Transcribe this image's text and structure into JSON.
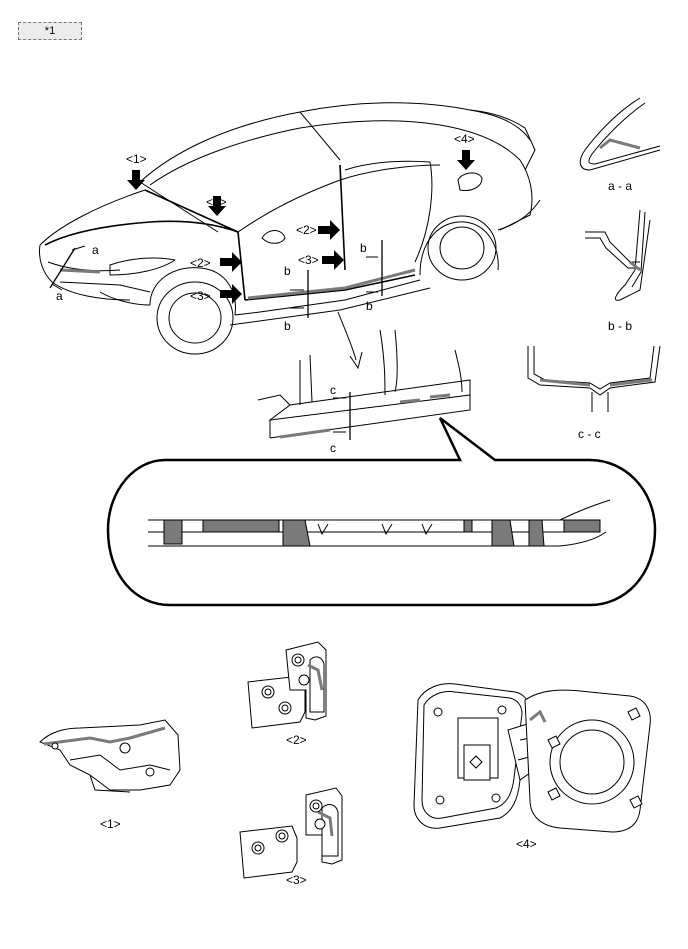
{
  "tag_label": "*1",
  "labels": {
    "p1": "<1>",
    "p2": "<2>",
    "p3": "<3>",
    "p4": "<4>",
    "a": "a",
    "b": "b",
    "c": "c",
    "section_aa": "a - a",
    "section_bb": "b - b",
    "section_cc": "c - c"
  },
  "colors": {
    "line": "#000000",
    "sealant": "#7a7a7a",
    "fill": "#ffffff"
  }
}
